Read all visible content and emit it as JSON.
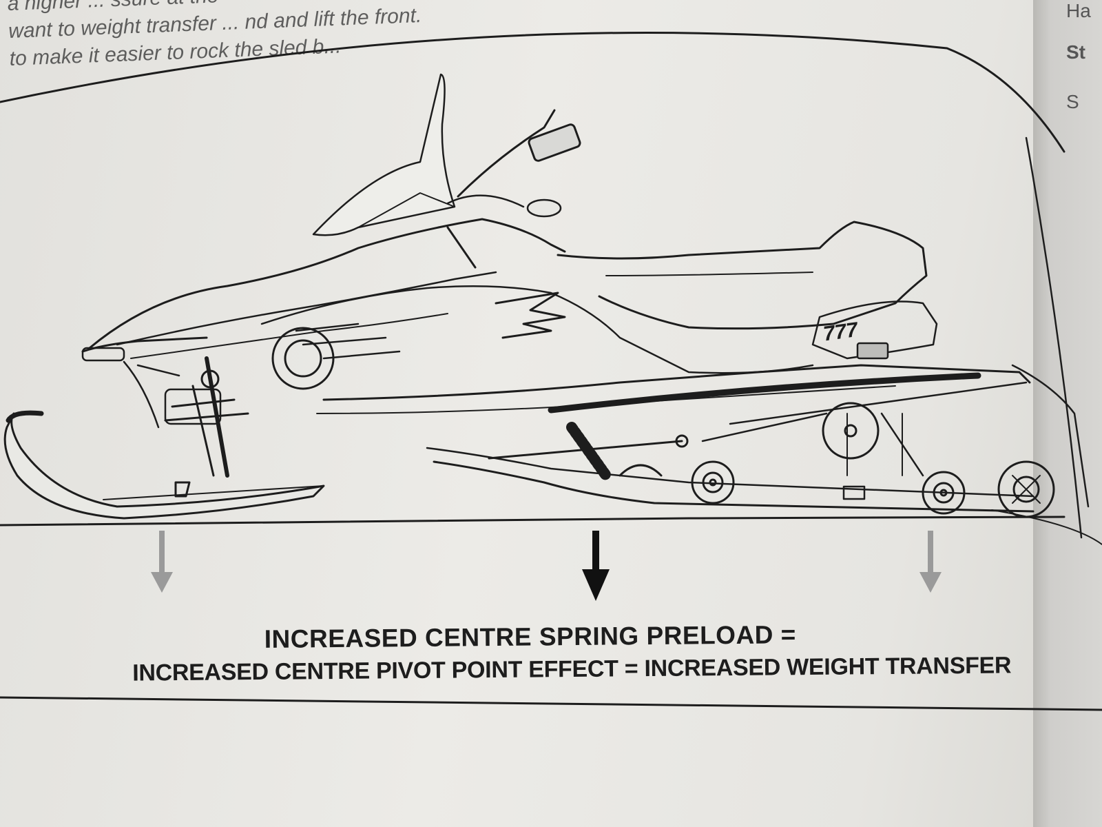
{
  "top_text": {
    "lines": [
      "a higher ... ssure at the",
      "want to weight transfer ... nd and lift the front.",
      "to make it easier to rock the sled b..."
    ]
  },
  "right_page": {
    "fragments": [
      "Ha",
      "St",
      "S"
    ]
  },
  "diagram": {
    "hood_number": "777",
    "arrows": [
      {
        "position": "front-ski",
        "style": "light"
      },
      {
        "position": "centre",
        "style": "bold"
      },
      {
        "position": "rear",
        "style": "light"
      }
    ]
  },
  "caption": {
    "line1": "INCREASED CENTRE SPRING PRELOAD =",
    "line2": "INCREASED CENTRE PIVOT POINT EFFECT = INCREASED WEIGHT TRANSFER"
  },
  "colors": {
    "ink": "#1d1d1d",
    "paper": "#ebeae6",
    "light_arrow": "#9a9a9a"
  }
}
